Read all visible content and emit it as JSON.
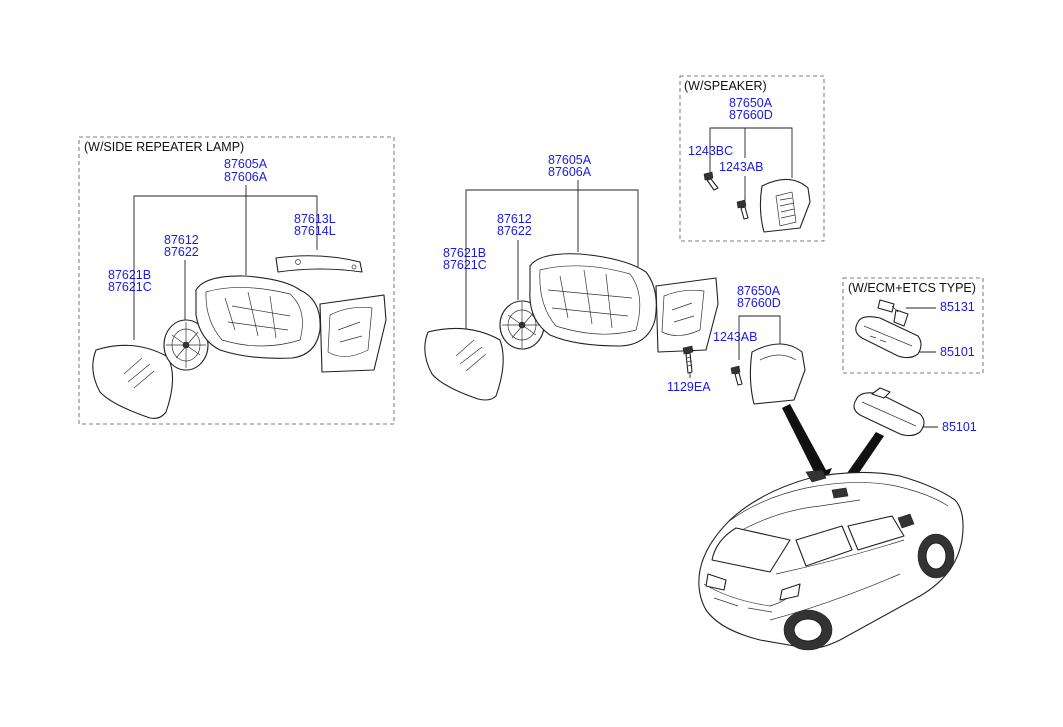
{
  "captions": {
    "side_repeater": "(W/SIDE REPEATER LAMP)",
    "speaker": "(W/SPEAKER)",
    "ecm_etcs": "(W/ECM+ETCS TYPE)"
  },
  "labels": {
    "lamp_87605A": "87605A",
    "lamp_87606A": "87606A",
    "lamp_87612": "87612",
    "lamp_87622": "87622",
    "lamp_87613L": "87613L",
    "lamp_87614L": "87614L",
    "lamp_87621B": "87621B",
    "lamp_87621C": "87621C",
    "mid_87605A": "87605A",
    "mid_87606A": "87606A",
    "mid_87612": "87612",
    "mid_87622": "87622",
    "mid_87621B": "87621B",
    "mid_87621C": "87621C",
    "mid_1129EA": "1129EA",
    "spk_87650A": "87650A",
    "spk_87660D": "87660D",
    "spk_1243BC": "1243BC",
    "spk_1243AB": "1243AB",
    "cover_87650A": "87650A",
    "cover_87660D": "87660D",
    "cover_1243AB": "1243AB",
    "ecm_85131": "85131",
    "ecm_85101": "85101",
    "rear_85101": "85101"
  }
}
